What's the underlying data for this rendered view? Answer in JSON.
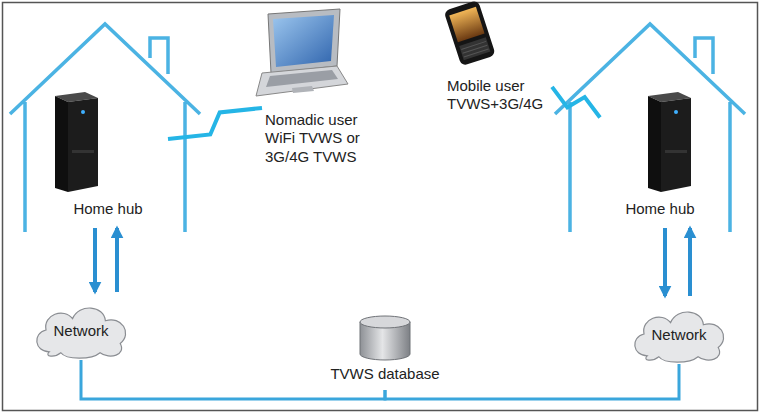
{
  "diagram": {
    "nodes": [
      {
        "text": [
          "Home hub"
        ]
      },
      {
        "text": [
          "Nomadic user WiFi TVWS or 3G/4G TVWS"
        ]
      },
      {
        "text": [
          "Mobile user TVWS+3G/4G"
        ]
      },
      {
        "text": [
          "Home hub"
        ]
      },
      {
        "text": [
          "Network"
        ]
      },
      {
        "text": [
          "TVWS database"
        ]
      },
      {
        "text": [
          "Network"
        ]
      }
    ],
    "edges": [
      {
        "from": 0,
        "to": 4,
        "arrow": "to"
      },
      {
        "from": 4,
        "to": 0,
        "arrow": "to"
      },
      {
        "from": 0,
        "to": 1,
        "arrow": "none"
      },
      {
        "from": 2,
        "to": 3,
        "arrow": "none"
      },
      {
        "from": 3,
        "to": 6,
        "arrow": "to"
      },
      {
        "from": 6,
        "to": 3,
        "arrow": "to"
      },
      {
        "from": 4,
        "to": 5,
        "arrow": "none"
      },
      {
        "from": 5,
        "to": 6,
        "arrow": "none"
      }
    ]
  }
}
